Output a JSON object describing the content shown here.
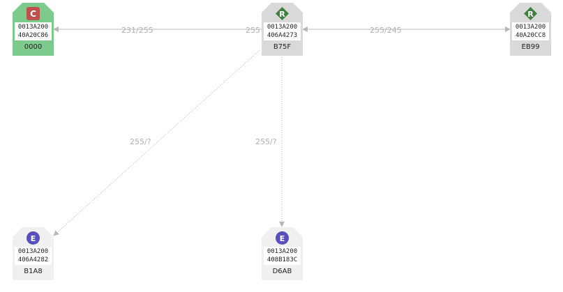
{
  "colors": {
    "coordinator_bg": "#7ccb8d",
    "router_bg": "#d9d9d9",
    "end_bg": "#f0f0f0",
    "coordinator_badge": "#c0504d",
    "router_badge": "#3f7f3f",
    "end_badge": "#5a4fbf",
    "link": "#b8b8b8"
  },
  "nodes": {
    "coordinator": {
      "badge": "C",
      "addr_high": "0013A200",
      "addr_low": "40A20C86",
      "id": "0000"
    },
    "router_center": {
      "badge": "R",
      "addr_high": "0013A200",
      "addr_low": "406A4273",
      "id": "B75F"
    },
    "router_right": {
      "badge": "R",
      "addr_high": "0013A200",
      "addr_low": "40A20CC8",
      "id": "EB99"
    },
    "end_left": {
      "badge": "E",
      "addr_high": "0013A200",
      "addr_low": "406A4282",
      "id": "B1A8"
    },
    "end_center": {
      "badge": "E",
      "addr_high": "0013A200",
      "addr_low": "408B183C",
      "id": "D6AB"
    }
  },
  "links": {
    "center_to_coordinator": "231/255",
    "center_near_label": "255",
    "center_to_right": "255/245",
    "center_to_end_left": "255/?",
    "center_to_end_center": "255/?"
  }
}
